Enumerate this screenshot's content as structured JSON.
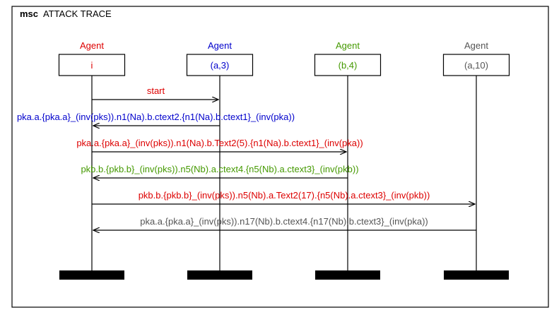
{
  "title": {
    "bold": "msc",
    "text": "ATTACK TRACE"
  },
  "colors": {
    "red": "#dd0000",
    "blue": "#0000cc",
    "green": "#449900",
    "gray": "#555555",
    "frame": "#000000"
  },
  "agents": [
    {
      "role": "Agent",
      "name": "i",
      "color": "#dd0000"
    },
    {
      "role": "Agent",
      "name": "(a,3)",
      "color": "#0000cc"
    },
    {
      "role": "Agent",
      "name": "(b,4)",
      "color": "#449900"
    },
    {
      "role": "Agent",
      "name": "(a,10)",
      "color": "#555555"
    }
  ],
  "messages": [
    {
      "from": 0,
      "to": 1,
      "label": "start",
      "color": "#dd0000"
    },
    {
      "from": 1,
      "to": 0,
      "label": "pka.a.{pka.a}_(inv(pks)).n1(Na).b.ctext2.{n1(Na).b.ctext1}_(inv(pka))",
      "color": "#0000cc"
    },
    {
      "from": 0,
      "to": 2,
      "label": "pka.a.{pka.a}_(inv(pks)).n1(Na).b.Text2(5).{n1(Na).b.ctext1}_(inv(pka))",
      "color": "#dd0000"
    },
    {
      "from": 2,
      "to": 0,
      "label": "pkb.b.{pkb.b}_(inv(pks)).n5(Nb).a.ctext4.{n5(Nb).a.ctext3}_(inv(pkb))",
      "color": "#449900"
    },
    {
      "from": 0,
      "to": 3,
      "label": "pkb.b.{pkb.b}_(inv(pks)).n5(Nb).a.Text2(17).{n5(Nb).a.ctext3}_(inv(pkb))",
      "color": "#dd0000"
    },
    {
      "from": 3,
      "to": 0,
      "label": "pka.a.{pka.a}_(inv(pks)).n17(Nb).b.ctext4.{n17(Nb).b.ctext3}_(inv(pka))",
      "color": "#555555"
    }
  ]
}
